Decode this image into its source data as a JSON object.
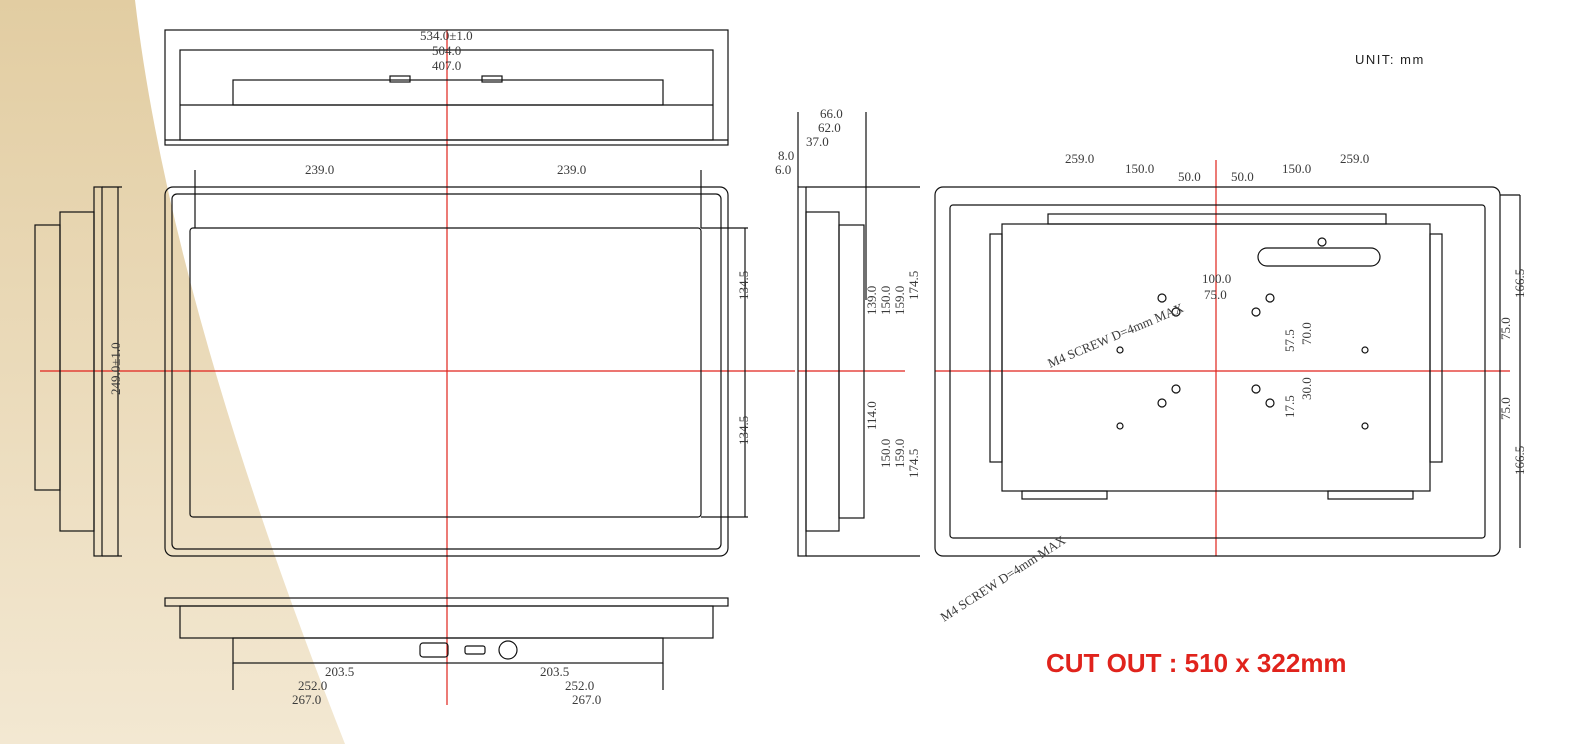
{
  "unit_label": "UNIT: mm",
  "cutout_label": "CUT OUT : 510 x 322mm",
  "colors": {
    "accent_red": "#e0231c",
    "background_tan": "#e6d3ab",
    "line": "#111111"
  },
  "top_view": {
    "dims": [
      "534.0±1.0",
      "504.0",
      "407.0"
    ]
  },
  "front_view": {
    "dims": [
      "239.0",
      "239.0",
      "134.5",
      "134.5"
    ]
  },
  "left_view": {
    "dims": [
      "249.0±1.0"
    ]
  },
  "bottom_view": {
    "dims": [
      "203.5",
      "203.5",
      "252.0",
      "252.0",
      "267.0",
      "267.0"
    ]
  },
  "side_view": {
    "dims": [
      "66.0",
      "62.0",
      "37.0",
      "8.0",
      "6.0",
      "139.0",
      "150.0",
      "159.0",
      "174.5",
      "114.0",
      "150.0",
      "159.0",
      "174.5"
    ]
  },
  "back_view": {
    "dims": [
      "259.0",
      "150.0",
      "50.0",
      "50.0",
      "150.0",
      "259.0",
      "100.0",
      "75.0",
      "57.5",
      "70.0",
      "30.0",
      "17.5",
      "166.5",
      "75.0",
      "75.0",
      "166.5"
    ],
    "screw_notes": [
      "M4 SCREW D=4mm MAX",
      "M4 SCREW D=4mm MAX"
    ]
  }
}
